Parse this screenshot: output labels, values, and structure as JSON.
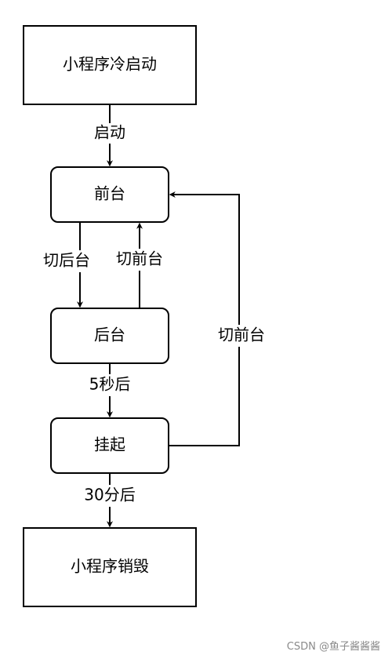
{
  "nodes": {
    "cold_start": "小程序冷启动",
    "foreground": "前台",
    "background": "后台",
    "suspended": "挂起",
    "destroyed": "小程序销毁"
  },
  "edges": {
    "start": "启动",
    "to_background": "切后台",
    "to_foreground_from_background": "切前台",
    "after_5s": "5秒后",
    "to_foreground_from_suspended": "切前台",
    "after_30min": "30分后"
  },
  "watermark": "CSDN @鱼子酱酱酱"
}
